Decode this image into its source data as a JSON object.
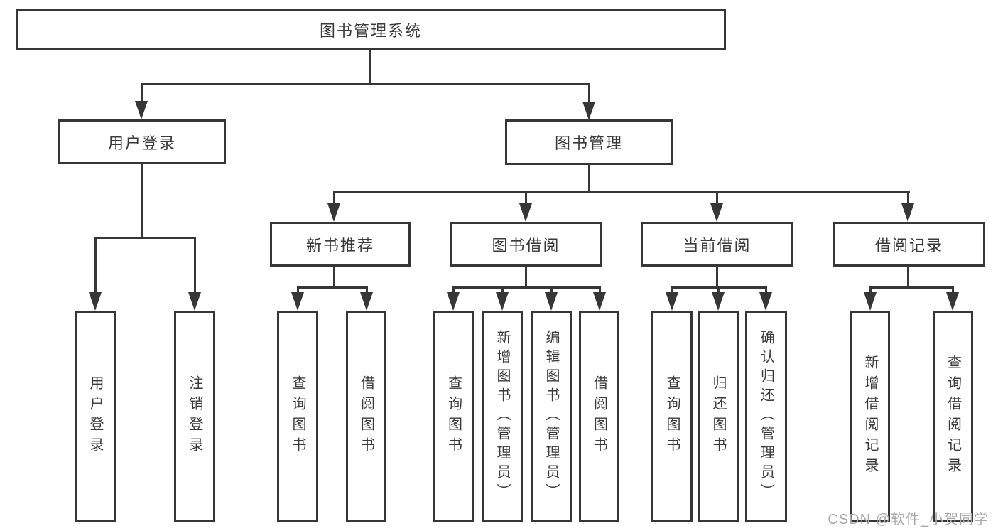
{
  "diagram": {
    "title": "图书管理系统",
    "level2": [
      {
        "label": "用户登录"
      },
      {
        "label": "图书管理"
      }
    ],
    "level3": [
      {
        "label": "新书推荐"
      },
      {
        "label": "图书借阅"
      },
      {
        "label": "当前借阅"
      },
      {
        "label": "借阅记录"
      }
    ],
    "leaves": {
      "user_login": [
        {
          "label": "用户登录"
        },
        {
          "label": "注销登录"
        }
      ],
      "new_books": [
        {
          "label": "查询图书"
        },
        {
          "label": "借阅图书"
        }
      ],
      "book_borrow": [
        {
          "label": "查询图书"
        },
        {
          "label": "新增图书（管理员）"
        },
        {
          "label": "编辑图书（管理员）"
        },
        {
          "label": "借阅图书"
        }
      ],
      "current_borrow": [
        {
          "label": "查询图书"
        },
        {
          "label": "归还图书"
        },
        {
          "label": "确认归还（管理员）"
        }
      ],
      "borrow_records": [
        {
          "label": "新增借阅记录"
        },
        {
          "label": "查询借阅记录"
        }
      ]
    },
    "line_color": "#363636",
    "text_color": "#3a3a3a"
  },
  "watermark": {
    "text": "CSDN @软件_小贺同学",
    "color": "#a8a8a8"
  }
}
